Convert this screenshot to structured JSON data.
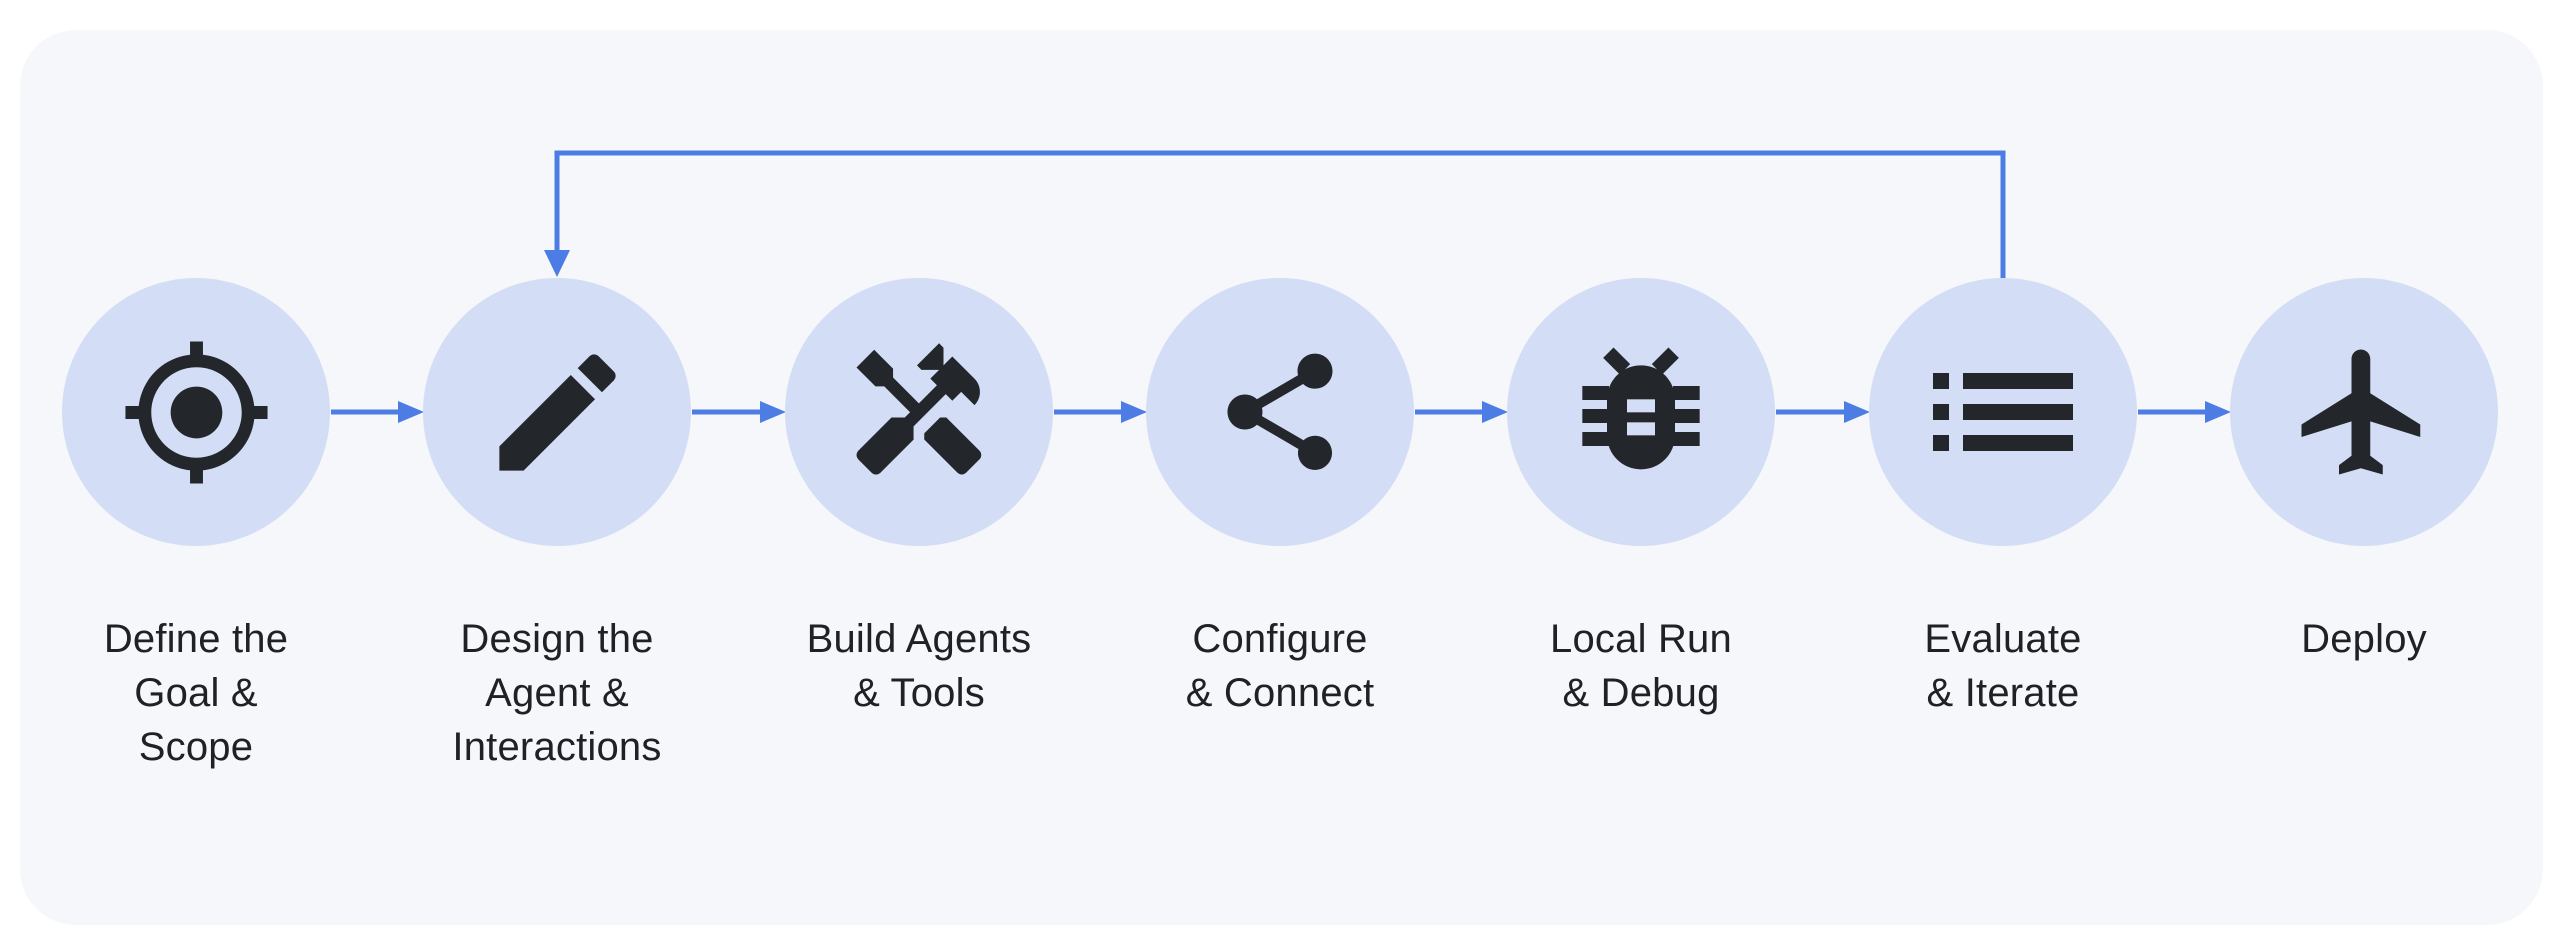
{
  "colors": {
    "page_bg": "#ffffff",
    "card_bg": "#f6f7fa",
    "node_fill": "#d3ddf6",
    "icon_fill": "#23262b",
    "label_text": "#202124",
    "arrow": "#4d7ce4"
  },
  "diagram": {
    "type": "flowchart",
    "direction": "left-to-right",
    "steps": [
      {
        "index": 1,
        "label": "Define the Goal & Scope",
        "lines": [
          "Define the",
          "Goal &",
          "Scope"
        ],
        "icon": "target-location-icon"
      },
      {
        "index": 2,
        "label": "Design the Agent & Interactions",
        "lines": [
          "Design the",
          "Agent &",
          "Interactions"
        ],
        "icon": "pencil-edit-icon"
      },
      {
        "index": 3,
        "label": "Build Agents & Tools",
        "lines": [
          "Build Agents",
          "& Tools"
        ],
        "icon": "handyman-tools-icon"
      },
      {
        "index": 4,
        "label": "Configure & Connect",
        "lines": [
          "Configure",
          "& Connect"
        ],
        "icon": "share-connect-icon"
      },
      {
        "index": 5,
        "label": "Local Run & Debug",
        "lines": [
          "Local Run",
          "& Debug"
        ],
        "icon": "bug-debug-icon"
      },
      {
        "index": 6,
        "label": "Evaluate & Iterate",
        "lines": [
          "Evaluate",
          "& Iterate"
        ],
        "icon": "list-evaluate-icon"
      },
      {
        "index": 7,
        "label": "Deploy",
        "lines": [
          "Deploy"
        ],
        "icon": "airplane-deploy-icon"
      }
    ],
    "connections": [
      {
        "from": "Define the Goal & Scope",
        "to": "Design the Agent & Interactions",
        "type": "forward"
      },
      {
        "from": "Design the Agent & Interactions",
        "to": "Build Agents & Tools",
        "type": "forward"
      },
      {
        "from": "Build Agents & Tools",
        "to": "Configure & Connect",
        "type": "forward"
      },
      {
        "from": "Configure & Connect",
        "to": "Local Run & Debug",
        "type": "forward"
      },
      {
        "from": "Local Run & Debug",
        "to": "Evaluate & Iterate",
        "type": "forward"
      },
      {
        "from": "Evaluate & Iterate",
        "to": "Deploy",
        "type": "forward"
      },
      {
        "from": "Evaluate & Iterate",
        "to": "Design the Agent & Interactions",
        "type": "feedback-loop"
      }
    ]
  }
}
